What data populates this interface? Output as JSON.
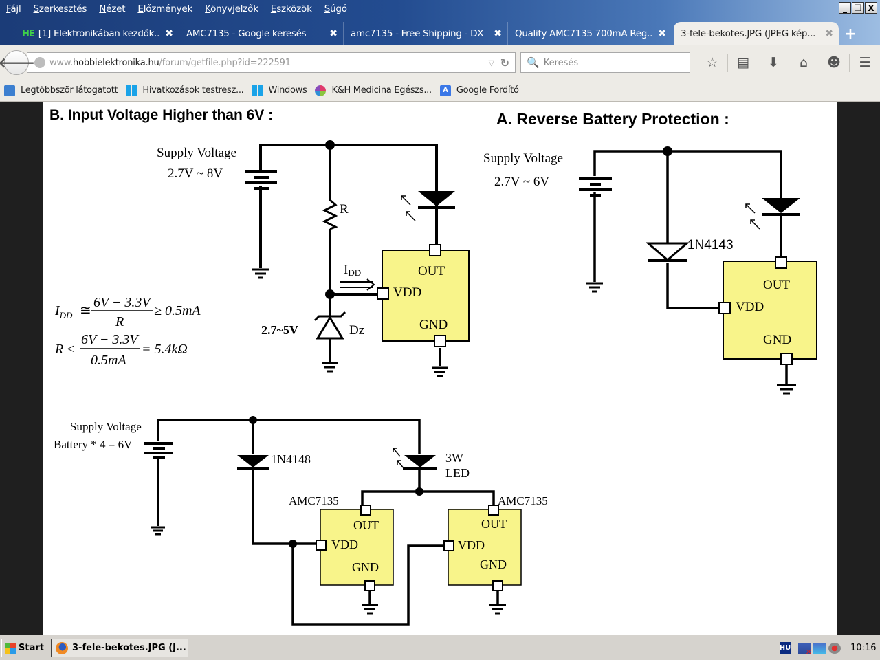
{
  "window": {
    "menu": [
      "Fájl",
      "Szerkesztés",
      "Nézet",
      "Előzmények",
      "Könyvjelzők",
      "Eszközök",
      "Súgó"
    ],
    "controls": {
      "minimize": "_",
      "restore": "❐",
      "close": "X"
    }
  },
  "tabs": [
    {
      "favicon": "HE",
      "title": "[1] Elektronikában kezdők...",
      "close": "✖",
      "active": false
    },
    {
      "favicon": "",
      "title": "AMC7135 - Google keresés",
      "close": "✖",
      "active": false
    },
    {
      "favicon": "",
      "title": "amc7135 - Free Shipping - DX",
      "close": "✖",
      "active": false
    },
    {
      "favicon": "",
      "title": "Quality AMC7135 700mA Reg...",
      "close": "✖",
      "active": false
    },
    {
      "favicon": "",
      "title": "3-fele-bekotes.JPG (JPEG kép...",
      "close": "✖",
      "active": true
    }
  ],
  "new_tab_icon": "+",
  "navbar": {
    "back_icon": "🡐",
    "url_prefix": "www.",
    "url_domain": "hobbielektronika.hu",
    "url_path": "/forum/getfile.php?id=222591",
    "url_dropdown_icon": "▽",
    "reload_icon": "↻",
    "search_icon": "🔍",
    "search_placeholder": "Keresés",
    "icons": {
      "bookmark": "☆",
      "reading_list": "▤",
      "download": "⬇",
      "home": "⌂",
      "chat": "☻",
      "menu": "☰"
    }
  },
  "bookmarks": [
    {
      "icon": "folder",
      "label": "Legtöbbször látogatott"
    },
    {
      "icon": "windows",
      "label": "Hivatkozások testresz..."
    },
    {
      "icon": "windows",
      "label": "Windows"
    },
    {
      "icon": "kh",
      "label": "K&H Medicina Egészs..."
    },
    {
      "icon": "translate",
      "label": "Google Fordító",
      "glyph": "A"
    }
  ],
  "diagram": {
    "section_b": {
      "title": "B.  Input Voltage Higher than 6V :",
      "supply_label": "Supply Voltage",
      "supply_range": "2.7V ~ 8V",
      "resistor": "R",
      "current": "I",
      "current_sub": "DD",
      "zener_voltage": "2.7~5V",
      "zener": "Dz",
      "pin_out": "OUT",
      "pin_vdd": "VDD",
      "pin_gnd": "GND",
      "formula1_lhs": "I",
      "formula1_lhs_sub": "DD",
      "formula1_rel": "≅",
      "formula1_num": "6V − 3.3V",
      "formula1_den": "R",
      "formula1_rhs": "≥ 0.5mA",
      "formula2_lhs": "R ≤",
      "formula2_num": "6V − 3.3V",
      "formula2_den": "0.5mA",
      "formula2_rhs": "= 5.4kΩ"
    },
    "section_a": {
      "title": "A.  Reverse Battery Protection :",
      "supply_label": "Supply Voltage",
      "supply_range": "2.7V ~ 6V",
      "diode": "1N4143",
      "pin_out": "OUT",
      "pin_vdd": "VDD",
      "pin_gnd": "GND"
    },
    "section_c": {
      "supply_label": "Supply Voltage",
      "supply_range": "Battery * 4 = 6V",
      "diode": "1N4148",
      "led_line1": "3W",
      "led_line2": "LED",
      "chip1": "AMC7135",
      "chip2": "AMC7135",
      "pin_out": "OUT",
      "pin_vdd": "VDD",
      "pin_gnd": "GND"
    },
    "colors": {
      "chip_fill": "#f8f48a",
      "wire": "#000000"
    }
  },
  "taskbar": {
    "start": "Start",
    "task": "3-fele-bekotes.JPG (J...",
    "lang": "HU",
    "clock": "10:16"
  }
}
